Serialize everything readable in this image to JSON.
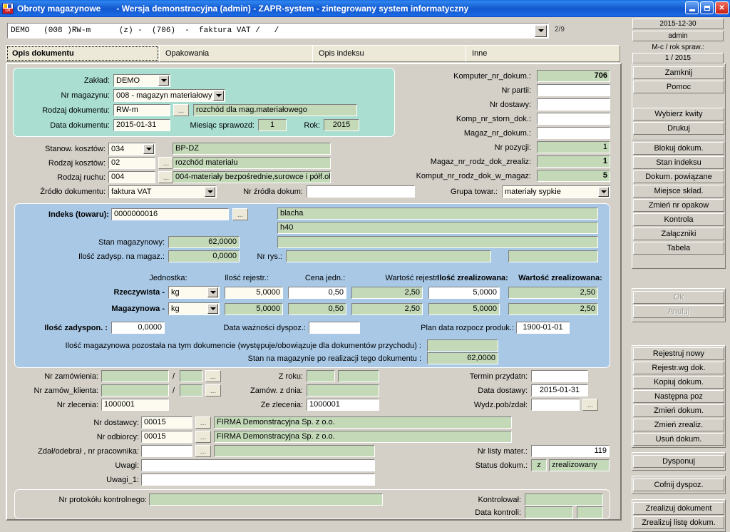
{
  "window": {
    "title": "Obroty magazynowe",
    "subtitle": "- Wersja demonstracyjna (admin) - ZAPR-system - zintegrowany system informatyczny",
    "icon": "app-icon",
    "buttons": {
      "minimize": "minimize-icon",
      "restore": "restore-icon",
      "close": "✕"
    }
  },
  "header": {
    "combo_value": "DEMO   (008 )RW-m      (z) -  (706)  -  faktura VAT /   /",
    "page_indicator": "2/9"
  },
  "tabs": [
    {
      "label": "Opis dokumentu",
      "active": true
    },
    {
      "label": "Opakowania",
      "active": false
    },
    {
      "label": "Opis indeksu",
      "active": false
    },
    {
      "label": "Inne",
      "active": false
    }
  ],
  "mint_panel": {
    "zaklad_label": "Zakład:",
    "zaklad_value": "DEMO",
    "magazyn_label": "Nr magazynu:",
    "magazyn_value": "008 - magazyn materiałowy",
    "rodzaj_dok_label": "Rodzaj dokumentu:",
    "rodzaj_dok_value": "RW-m",
    "rodzaj_dok_desc": "rozchód dla mag.materiałowego",
    "data_dok_label": "Data dokumentu:",
    "data_dok_value": "2015-01-31",
    "miesiac_label": "Miesiąc sprawozd:",
    "miesiac_value": "1",
    "rok_label": "Rok:",
    "rok_value": "2015"
  },
  "costs": {
    "stanow_label": "Stanow. kosztów:",
    "stanow_value": "034",
    "stanow_desc": "BP-DZ",
    "rodzaj_kosztow_label": "Rodzaj kosztów:",
    "rodzaj_kosztow_value": "02",
    "rodzaj_kosztow_desc": "rozchód materiału",
    "rodzaj_ruchu_label": "Rodzaj ruchu:",
    "rodzaj_ruchu_value": "004",
    "rodzaj_ruchu_desc": "004-materiały bezpośrednie,surowce i półf.ol",
    "zrodlo_label": "Źródło dokumentu:",
    "zrodlo_value": "faktura VAT",
    "nr_zrodla_label": "Nr źródła dokum:",
    "nr_zrodla_value": "",
    "dots": "..."
  },
  "right_numbers": {
    "komputer_nr_dokum_label": "Komputer_nr_dokum.:",
    "komputer_nr_dokum_value": "706",
    "nr_partii_label": "Nr partii:",
    "nr_partii_value": "",
    "nr_dostawy_label": "Nr dostawy:",
    "nr_dostawy_value": "",
    "komp_nr_storn_label": "Komp_nr_storn_dok.:",
    "komp_nr_storn_value": "",
    "magaz_nr_dokum_label": "Magaz_nr_dokum.:",
    "magaz_nr_dokum_value": "",
    "nr_pozycji_label": "Nr pozycji:",
    "nr_pozycji_value": "1",
    "magaz_nr_rodz_label": "Magaz_nr_rodz_dok_zrealiz:",
    "magaz_nr_rodz_value": "1",
    "komput_nr_rodz_label": "Komput_nr_rodz_dok_w_magaz:",
    "komput_nr_rodz_value": "5",
    "grupa_towar_label": "Grupa towar.:",
    "grupa_towar_value": "materiały sypkie"
  },
  "blue_panel": {
    "indeks_label": "Indeks (towaru):",
    "indeks_value": "0000000016",
    "indeks_dots": "...",
    "name1": "blacha",
    "name2": "h40",
    "name3": "",
    "name4": "",
    "name5": "",
    "stan_mag_label": "Stan magazynowy:",
    "stan_mag_value": "62,0000",
    "ilosc_zadysp_mag_label": "Ilość zadysp. na magaz.:",
    "ilosc_zadysp_mag_value": "0,0000",
    "nr_rys_label": "Nr rys.:",
    "nr_rys_value": "",
    "col_jednostka": "Jednostka:",
    "col_ilosc_rejestr": "Ilość rejestr.:",
    "col_cena_jedn": "Cena jedn.:",
    "col_wartosc_rejestr": "Wartość rejestr.:",
    "col_ilosc_zrealizowana": "Ilość zrealizowana:",
    "col_wartosc_zrealizowana": "Wartość zrealizowana:",
    "rows": [
      {
        "label": "Rzeczywista -",
        "jednostka": "kg",
        "ilosc_rejestr": "5,0000",
        "cena_jedn": "0,50",
        "wartosc_rejestr": "2,50",
        "ilosc_zrealizowana": "5,0000",
        "wartosc_zrealizowana": "2,50"
      },
      {
        "label": "Magazynowa -",
        "jednostka": "kg",
        "ilosc_rejestr": "5,0000",
        "cena_jedn": "0,50",
        "wartosc_rejestr": "2,50",
        "ilosc_zrealizowana": "5,0000",
        "wartosc_zrealizowana": "2,50"
      }
    ],
    "ilosc_zadyspon_label": "Ilość zadyspon. :",
    "ilosc_zadyspon_value": "0,0000",
    "data_waznosci_label": "Data ważności dyspoz.:",
    "data_waznosci_value": "",
    "plan_data_label": "Plan data rozpocz produk.:",
    "plan_data_value": "1900-01-01",
    "pozostala_label": "Ilość magazynowa pozostała na tym dokumencie  (występuje/obowiązuje dla dokumentów przychodu) :",
    "pozostala_value": "",
    "stan_po_label": "Stan na magazynie po realizacji tego dokumentu :",
    "stan_po_value": "62,0000"
  },
  "orders": {
    "nr_zamowienia_label": "Nr zamówienia:",
    "nr_zamowienia_value": "",
    "nr_zamowienia_value2": "",
    "sep": "/",
    "dots": "...",
    "nr_zamow_klienta_label": "Nr zamów_klienta:",
    "nr_zamow_klienta_value": "",
    "nr_zamow_klienta_value2": "",
    "nr_zlecenia_label": "Nr zlecenia:",
    "nr_zlecenia_value": "1000001",
    "z_roku_label": "Z roku:",
    "z_roku_value": "",
    "z_roku_value2": "",
    "zamow_z_dnia_label": "Zamów. z dnia:",
    "zamow_z_dnia_value": "",
    "ze_zlecenia_label": "Ze zlecenia:",
    "ze_zlecenia_value": "1000001",
    "termin_label": "Termin przydatn:",
    "termin_value": "",
    "data_dostawy_label": "Data dostawy:",
    "data_dostawy_value": "2015-01-31",
    "wydz_label": "Wydz.pob/zdał:",
    "wydz_value": ""
  },
  "parties": {
    "nr_dostawcy_label": "Nr dostawcy:",
    "nr_dostawcy_value": "00015",
    "nr_dostawcy_name": "FIRMA Demonstracyjna Sp. z o.o.",
    "nr_odbiorcy_label": "Nr odbiorcy:",
    "nr_odbiorcy_value": "00015",
    "nr_odbiorcy_name": "FIRMA Demonstracyjna Sp. z o.o.",
    "zdal_label": "Zdał/odebrał , nr pracownika:",
    "zdal_value": "",
    "zdal_name": "",
    "uwagi_label": "Uwagi:",
    "uwagi_value": "",
    "uwagi1_label": "Uwagi_1:",
    "uwagi1_value": "",
    "nr_listy_label": "Nr listy mater.:",
    "nr_listy_value": "119",
    "status_label": "Status dokum.:",
    "status_code": "z",
    "status_text": "zrealizowany",
    "dots": "..."
  },
  "control": {
    "nr_protokolu_label": "Nr protokółu kontrolnego:",
    "nr_protokolu_value": "",
    "kontrolowal_label": "Kontrolował:",
    "kontrolowal_value": "",
    "data_kontroli_label": "Data kontroli:",
    "data_kontroli_value": "",
    "data_kontroli_value2": ""
  },
  "sidebar": {
    "date": "2015-12-30",
    "user": "admin",
    "period_caption": "M-c / rok spraw.:",
    "period_value": "1 / 2015",
    "group1": [
      {
        "label": "Zamknij",
        "acc": "Z",
        "disabled": false
      },
      {
        "label": "Pomoc",
        "acc": "o",
        "disabled": false
      }
    ],
    "group2": [
      {
        "label": "Wybierz kwity",
        "acc": "t",
        "disabled": false
      },
      {
        "label": "Drukuj",
        "acc": "u",
        "disabled": false
      },
      {
        "label": "Blokuj dokum.",
        "acc": "B",
        "disabled": false
      },
      {
        "label": "Stan indeksu",
        "acc": "S",
        "disabled": false
      },
      {
        "label": "Dokum. powiązane",
        "acc": "p",
        "disabled": false
      },
      {
        "label": "Miejsce skład.",
        "acc": "e",
        "disabled": false
      },
      {
        "label": "Zmień nr opakow",
        "acc": "w",
        "disabled": false
      },
      {
        "label": "Kontrola",
        "acc": "l",
        "disabled": false
      },
      {
        "label": "Załączniki",
        "acc": "ą",
        "disabled": false
      },
      {
        "label": "Tabela",
        "acc": "T",
        "disabled": false
      }
    ],
    "group3": [
      {
        "label": "Ok",
        "acc": "k",
        "disabled": true
      },
      {
        "label": "Anuluj",
        "acc": "A",
        "disabled": true
      }
    ],
    "group4": [
      {
        "label": "Rejestruj nowy",
        "acc": "R",
        "disabled": false
      },
      {
        "label": "Rejestr.wg dok.",
        "acc": "",
        "disabled": false
      },
      {
        "label": "Kopiuj dokum.",
        "acc": "",
        "disabled": false
      },
      {
        "label": "Następna poz",
        "acc": "N",
        "disabled": false
      },
      {
        "label": "Zmień dokum.",
        "acc": "Z",
        "disabled": false
      },
      {
        "label": "Zmień zrealiz.",
        "acc": "i",
        "disabled": false
      },
      {
        "label": "Usuń dokum.",
        "acc": "U",
        "disabled": false
      }
    ],
    "group5": [
      {
        "label": "Dysponuj",
        "acc": "D",
        "disabled": false
      }
    ],
    "group6": [
      {
        "label": "Cofnij dyspoz.",
        "acc": "C",
        "disabled": false
      }
    ],
    "group7": [
      {
        "label": "Zrealizuj dokument",
        "acc": "l",
        "disabled": false
      },
      {
        "label": "Zrealizuj listę dokum.",
        "acc": "",
        "disabled": false
      }
    ]
  }
}
